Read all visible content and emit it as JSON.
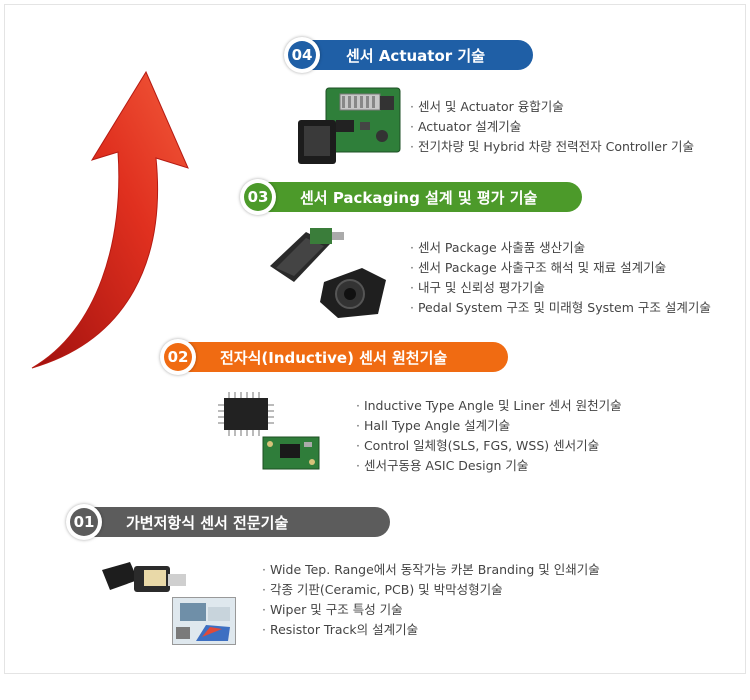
{
  "sections": [
    {
      "number": "04",
      "title": "센서 Actuator 기술",
      "color": "#1f5fa6",
      "items": [
        "센서 및 Actuator 융합기술",
        "Actuator 설계기술",
        "전기차량 및 Hybrid  차량 전력전자  Controller 기술"
      ]
    },
    {
      "number": "03",
      "title": "센서 Packaging 설계 및 평가 기술",
      "color": "#4c9a2a",
      "items": [
        "센서 Package 사출품 생산기술",
        "센서 Package 사출구조 해석 및 재료 설계기술",
        "내구 및 신뢰성 평가기술",
        "Pedal System 구조 및 미래형 System 구조 설계기술"
      ]
    },
    {
      "number": "02",
      "title": "전자식(Inductive) 센서 원천기술",
      "color": "#f06b12",
      "items": [
        "Inductive Type Angle 및 Liner 센서 원천기술",
        "Hall Type Angle 설계기술",
        "Control 일체형(SLS, FGS, WSS) 센서기술",
        "센서구동용 ASIC Design 기술"
      ]
    },
    {
      "number": "01",
      "title": "가변저항식 센서 전문기술",
      "color": "#5c5c5c",
      "items": [
        "Wide Tep. Range에서 동작가능 카본 Branding 및 인쇄기술",
        "각종 기판(Ceramic, PCB) 및 박막성형기술",
        "Wiper 및 구조 특성 기술",
        "Resistor Track의 설계기술"
      ]
    }
  ],
  "colors": {
    "arrow": "#d9241b"
  }
}
